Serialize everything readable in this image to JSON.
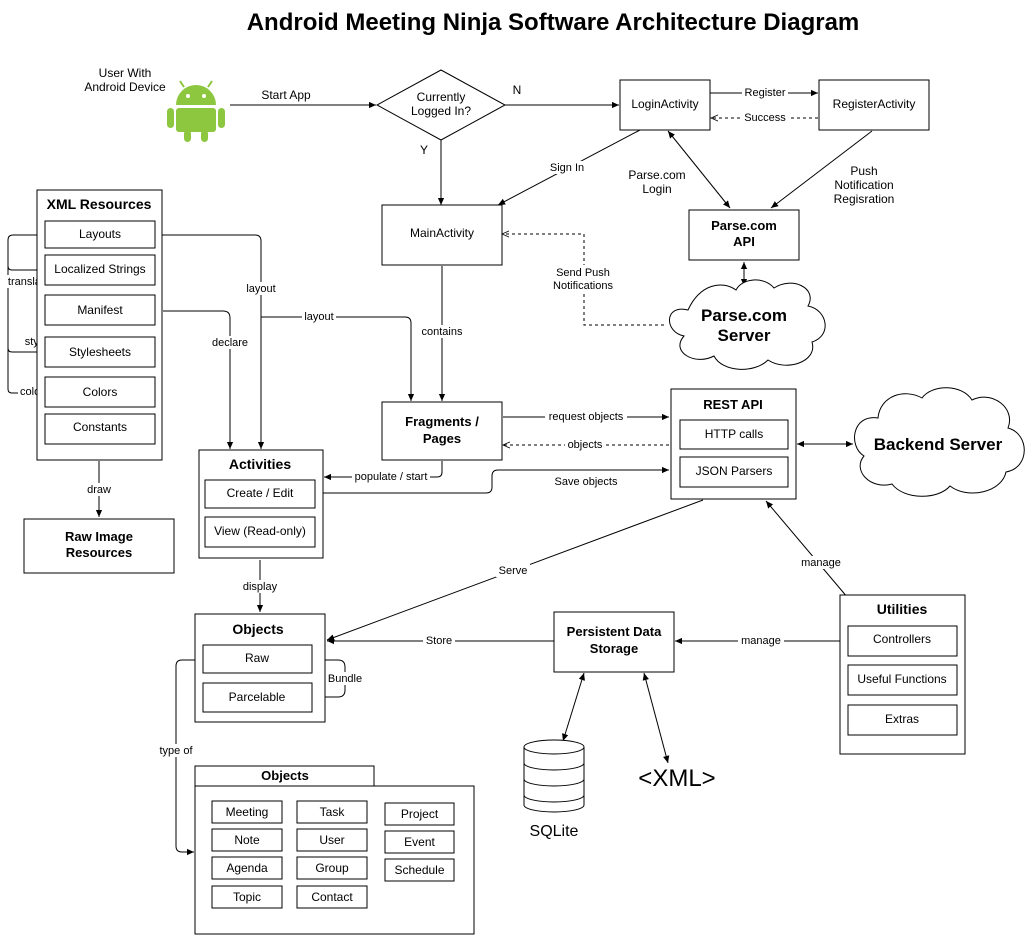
{
  "title": "Android Meeting Ninja Software Architecture Diagram",
  "user": {
    "line1": "User With",
    "line2": "Android Device",
    "icon": "android-robot-icon",
    "color": "#8DC63F"
  },
  "decision": {
    "line1": "Currently",
    "line2": "Logged In?",
    "yes": "Y",
    "no": "N"
  },
  "nodes": {
    "login_activity": "LoginActivity",
    "register_activity": "RegisterActivity",
    "main_activity": "MainActivity",
    "parse_api": {
      "line1": "Parse.com",
      "line2": "API"
    },
    "parse_server": {
      "line1": "Parse.com",
      "line2": "Server"
    },
    "fragments": {
      "line1": "Fragments /",
      "line2": "Pages"
    },
    "rest_api": {
      "title": "REST API",
      "items": [
        "HTTP calls",
        "JSON Parsers"
      ]
    },
    "backend_server": "Backend Server",
    "xml_resources": {
      "title": "XML Resources",
      "items": [
        "Layouts",
        "Localized Strings",
        "Manifest",
        "Stylesheets",
        "Colors",
        "Constants"
      ]
    },
    "raw_image": {
      "line1": "Raw Image",
      "line2": "Resources"
    },
    "activities": {
      "title": "Activities",
      "items": [
        "Create / Edit",
        "View (Read-only)"
      ]
    },
    "objects": {
      "title": "Objects",
      "items": [
        "Raw",
        "Parcelable"
      ]
    },
    "persistent_storage": {
      "line1": "Persistent Data",
      "line2": "Storage"
    },
    "utilities": {
      "title": "Utilities",
      "items": [
        "Controllers",
        "Useful Functions",
        "Extras"
      ]
    },
    "sqlite": "SQLite",
    "xml_store": "<XML>",
    "object_types": {
      "title": "Objects",
      "items": [
        "Meeting",
        "Task",
        "Project",
        "Note",
        "User",
        "Event",
        "Agenda",
        "Group",
        "Schedule",
        "Topic",
        "Contact"
      ]
    }
  },
  "edge_labels": {
    "start_app": "Start App",
    "register": "Register",
    "success": "Success",
    "sign_in": "Sign In",
    "parse_login": {
      "line1": "Parse.com",
      "line2": "Login"
    },
    "push_reg": {
      "line1": "Push",
      "line2": "Notification",
      "line3": "Regisration"
    },
    "send_push": {
      "line1": "Send Push",
      "line2": "Notifications"
    },
    "contains": "contains",
    "layout": "layout",
    "declare": "declare",
    "translate": "translate",
    "stylize": "stylize",
    "colorize": "colorize",
    "draw": "draw",
    "request_objects": "request objects",
    "objects": "objects",
    "populate_start": "populate / start",
    "save_objects": "Save objects",
    "display": "display",
    "serve": "Serve",
    "manage": "manage",
    "store": "Store",
    "bundle": "Bundle",
    "type_of": "type of"
  }
}
